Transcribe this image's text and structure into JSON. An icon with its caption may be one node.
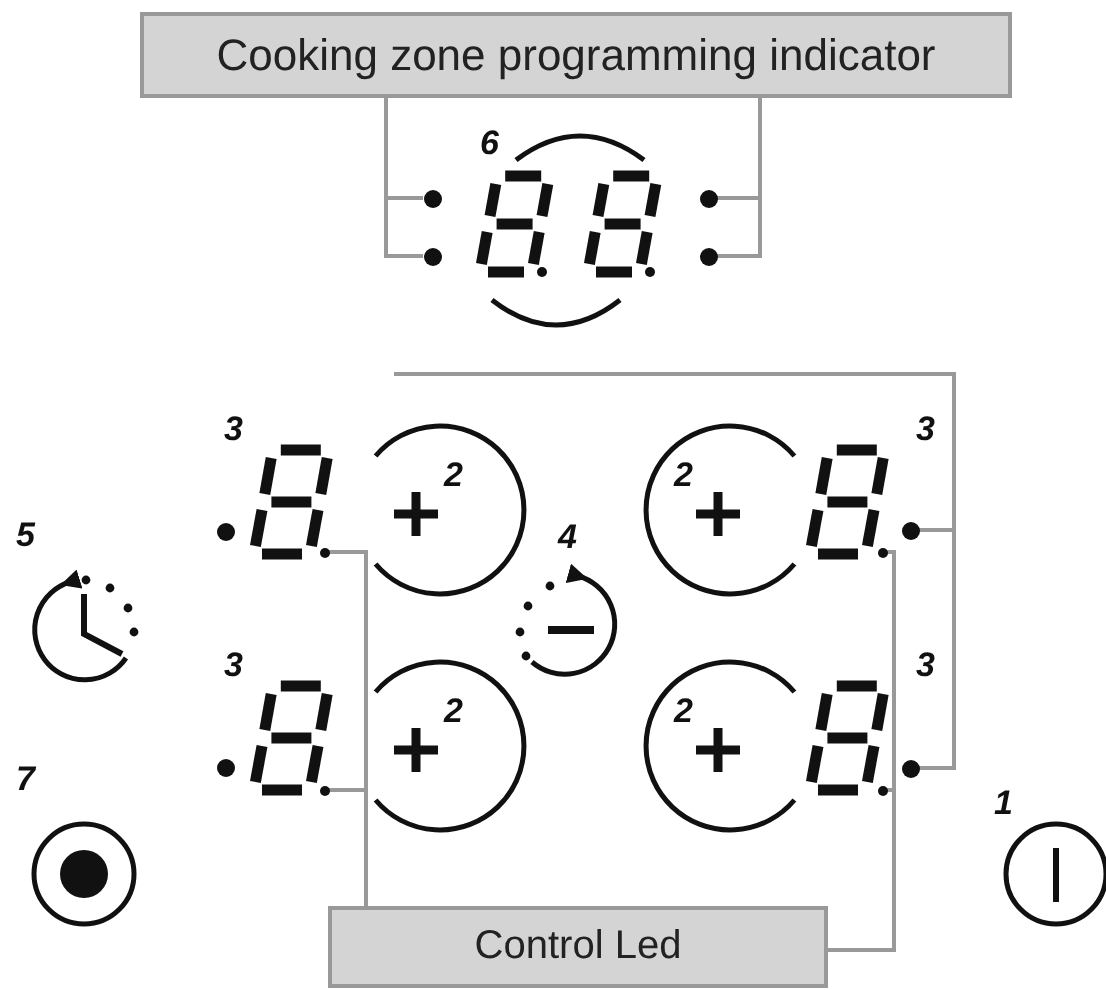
{
  "diagram": {
    "nodes": [
      {
        "text": [
          "Cooking zone programming indicator"
        ]
      },
      {
        "text": [],
        "shape": "circle"
      },
      {
        "text": [],
        "shape": "circle"
      },
      {
        "text": [],
        "shape": "circle"
      },
      {
        "text": [],
        "shape": "circle"
      },
      {
        "text": [],
        "shape": "circle"
      },
      {
        "text": [],
        "shape": "circle"
      },
      {
        "text": [],
        "shape": "circle"
      },
      {
        "text": [],
        "shape": "circle"
      },
      {
        "text": [],
        "shape": "circle"
      },
      {
        "text": [],
        "shape": "circle"
      },
      {
        "text": [
          "Control Led"
        ]
      }
    ],
    "edges": [
      {
        "from": 0,
        "to": 1,
        "arrow": "none"
      },
      {
        "from": 0,
        "to": 2,
        "arrow": "none"
      },
      {
        "from": 0,
        "to": 3,
        "arrow": "none"
      },
      {
        "from": 0,
        "to": 4,
        "arrow": "none"
      },
      {
        "from": null,
        "to": 6,
        "arrow": "none"
      },
      {
        "from": null,
        "to": 9,
        "arrow": "none"
      },
      {
        "from": 11,
        "to": 5,
        "arrow": "none"
      },
      {
        "from": 11,
        "to": 8,
        "arrow": "none"
      },
      {
        "from": 11,
        "to": 7,
        "arrow": "none"
      },
      {
        "from": 11,
        "to": 10,
        "arrow": "none"
      }
    ],
    "labels": [
      "6",
      "3",
      "2",
      "2",
      "3",
      "5",
      "4",
      "3",
      "2",
      "2",
      "3",
      "7",
      "1"
    ]
  }
}
